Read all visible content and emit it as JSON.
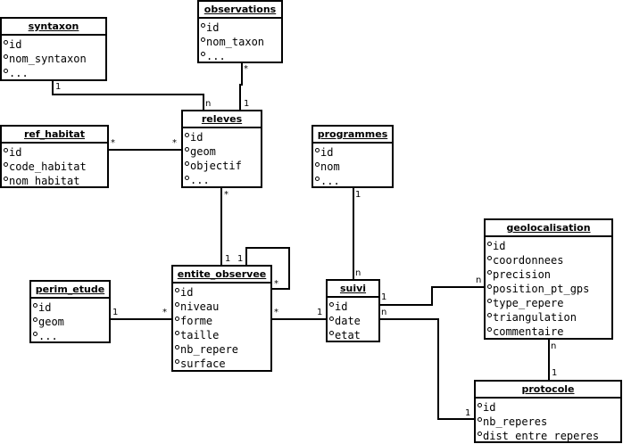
{
  "entities": {
    "syntaxon": {
      "name": "syntaxon",
      "attrs": [
        "id",
        "nom_syntaxon",
        "..."
      ]
    },
    "observations": {
      "name": "observations",
      "attrs": [
        "id",
        "nom_taxon",
        "..."
      ]
    },
    "ref_habitat": {
      "name": "ref_habitat",
      "attrs": [
        "id",
        "code_habitat",
        "nom_habitat"
      ]
    },
    "releves": {
      "name": "releves",
      "attrs": [
        "id",
        "geom",
        "objectif",
        "..."
      ]
    },
    "programmes": {
      "name": "programmes",
      "attrs": [
        "id",
        "nom",
        "..."
      ]
    },
    "geolocalisation": {
      "name": "geolocalisation",
      "attrs": [
        "id",
        "coordonnees",
        "precision",
        "position_pt_gps",
        "type_repere",
        "triangulation",
        "commentaire"
      ]
    },
    "perim_etude": {
      "name": "perim_etude",
      "attrs": [
        "id",
        "geom",
        "..."
      ]
    },
    "entite_observee": {
      "name": "entite_observee",
      "attrs": [
        "id",
        "niveau",
        "forme",
        "taille",
        "nb_repere",
        "surface"
      ]
    },
    "suivi": {
      "name": "suivi",
      "attrs": [
        "id",
        "date",
        "etat"
      ]
    },
    "protocole": {
      "name": "protocole",
      "attrs": [
        "id",
        "nb_reperes",
        "dist_entre_reperes"
      ]
    }
  },
  "relations": [
    {
      "from": "syntaxon",
      "to": "releves",
      "from_card": "1",
      "to_card": "n"
    },
    {
      "from": "observations",
      "to": "releves",
      "from_card": "*",
      "to_card": "1"
    },
    {
      "from": "ref_habitat",
      "to": "releves",
      "from_card": "*",
      "to_card": "*"
    },
    {
      "from": "releves",
      "to": "entite_observee",
      "from_card": "*",
      "to_card": "1"
    },
    {
      "from": "entite_observee",
      "to": "entite_observee",
      "from_card": "1",
      "to_card": "*"
    },
    {
      "from": "programmes",
      "to": "suivi",
      "from_card": "1",
      "to_card": "n"
    },
    {
      "from": "perim_etude",
      "to": "entite_observee",
      "from_card": "1",
      "to_card": "*"
    },
    {
      "from": "entite_observee",
      "to": "suivi",
      "from_card": "*",
      "to_card": "1"
    },
    {
      "from": "suivi",
      "to": "geolocalisation",
      "from_card": "1",
      "to_card": "n"
    },
    {
      "from": "suivi",
      "to": "protocole",
      "from_card": "n",
      "to_card": "1"
    },
    {
      "from": "geolocalisation",
      "to": "protocole",
      "from_card": "n",
      "to_card": "1"
    }
  ]
}
